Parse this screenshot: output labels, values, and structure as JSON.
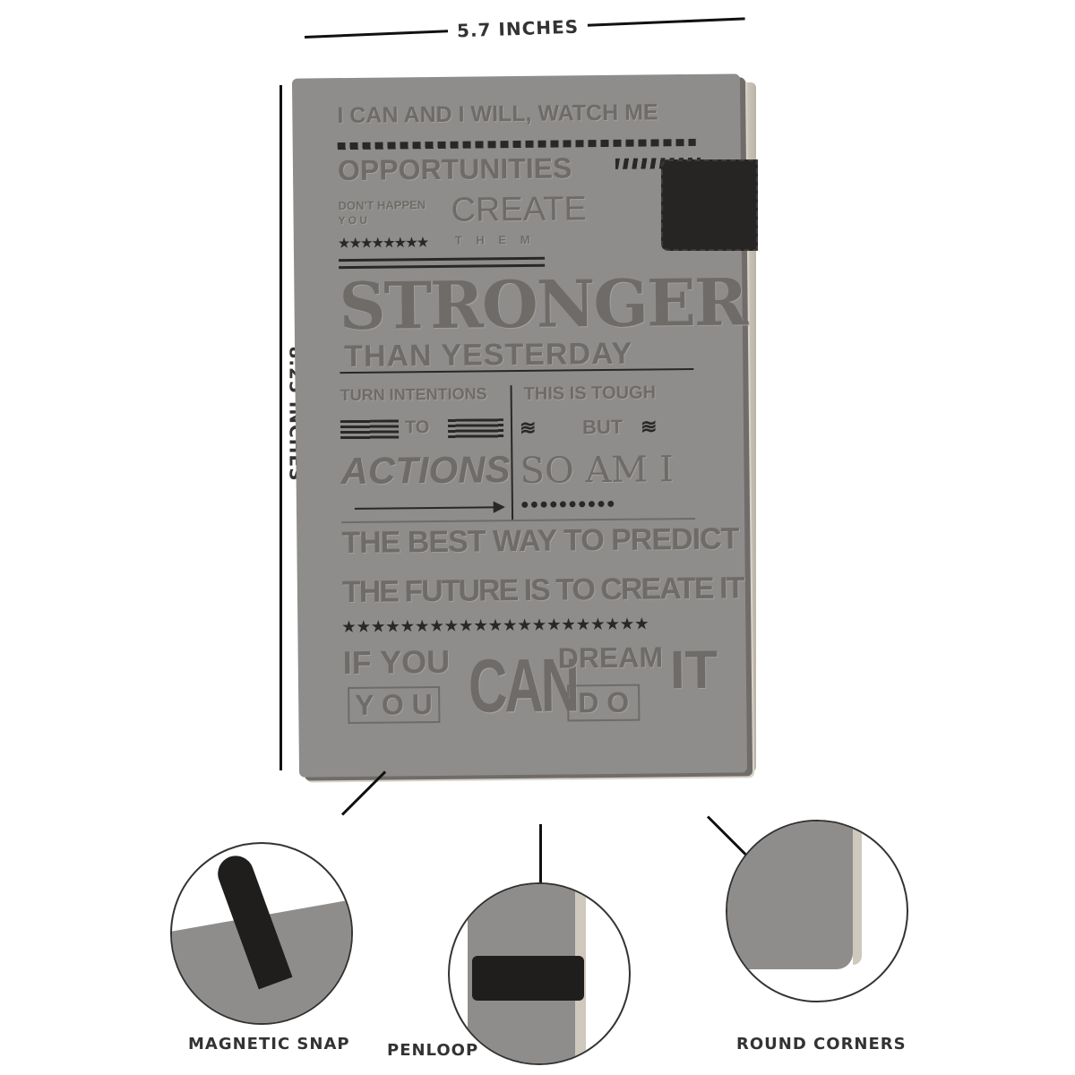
{
  "dimensions": {
    "width": "5.7 INCHES",
    "height": "8.25 INCHES"
  },
  "cover_text": {
    "line1": "I CAN AND I WILL, WATCH ME",
    "line2": "OPPORTUNITIES",
    "line3a": "DON'T HAPPEN",
    "line3b": "Y O U",
    "line3c": "CREATE",
    "line3d": "T H E M",
    "stars_row": "★★★★★★★★",
    "line4": "STRONGER",
    "line5": "THAN YESTERDAY",
    "line6a": "TURN INTENTIONS",
    "line6b": "THIS IS TOUGH",
    "line7a": "TO",
    "line7b": "BUT",
    "line8a": "ACTIONS",
    "line8b": "SO AM I",
    "dots_row": "●●●●●●●●●●",
    "line9": "THE BEST WAY TO PREDICT",
    "line10": "THE FUTURE IS TO CREATE IT",
    "stars_row2": "★★★★★★★★★★★★★★★★★★★★★",
    "line11a": "IF YOU",
    "line11b": "CAN",
    "line11c": "DREAM",
    "line11d": "IT",
    "line12a": "Y O U",
    "line12b": "D O"
  },
  "features": [
    {
      "label": "MAGNETIC SNAP"
    },
    {
      "label": "PENLOOP"
    },
    {
      "label": "ROUND CORNERS"
    }
  ],
  "colors": {
    "cover": "#8f8d8b",
    "strap": "#262524",
    "emboss": "#6e6b68"
  }
}
